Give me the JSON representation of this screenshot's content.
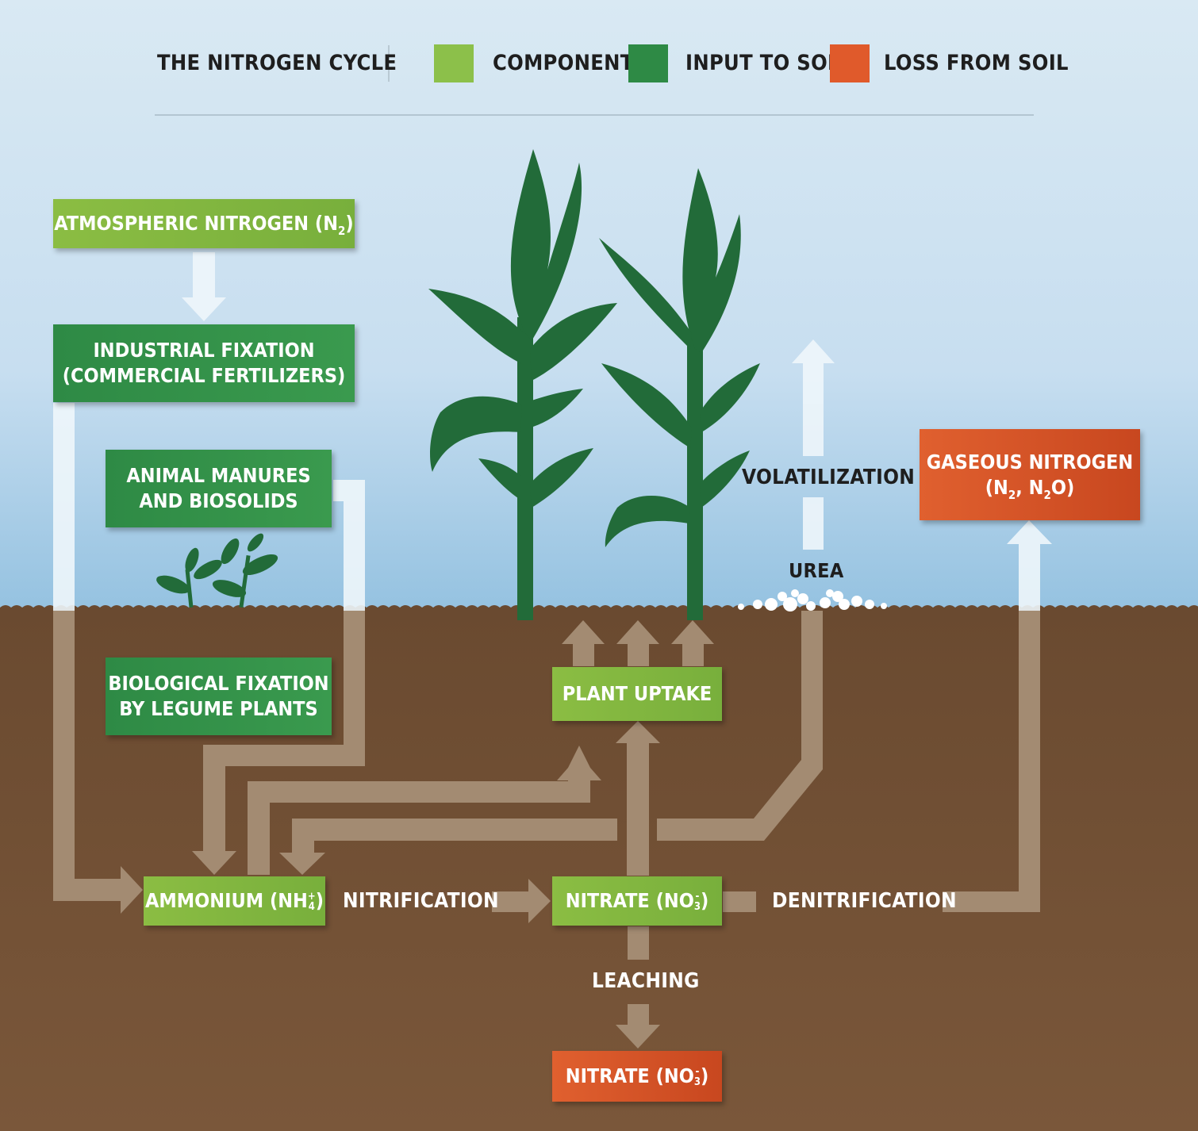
{
  "legend": {
    "title": "THE NITROGEN CYCLE",
    "items": [
      {
        "label": "COMPONENT",
        "color": "#8cc04a"
      },
      {
        "label": "INPUT TO SOIL",
        "color": "#2e8a45"
      },
      {
        "label": "LOSS FROM SOIL",
        "color": "#e05a2b"
      }
    ]
  },
  "colors": {
    "sky_top": "#d4e6f1",
    "sky_bottom": "#9cc6e2",
    "soil": "#6b4a2f",
    "arrow_soil": "#a08a73",
    "arrow_sky": "#eef6fb",
    "plant": "#226b39"
  },
  "nodes": {
    "atmospheric": {
      "text": "ATMOSPHERIC NITROGEN (N",
      "sub": "2",
      "tail": ")"
    },
    "industrial": {
      "line1": "INDUSTRIAL FIXATION",
      "line2": "(COMMERCIAL FERTILIZERS)"
    },
    "manures": {
      "line1": "ANIMAL MANURES",
      "line2": "AND BIOSOLIDS"
    },
    "biological": {
      "line1": "BIOLOGICAL FIXATION",
      "line2": "BY LEGUME PLANTS"
    },
    "plant_uptake": "PLANT UPTAKE",
    "ammonium": {
      "text": "AMMONIUM (NH",
      "sup": "+",
      "sub": "4",
      "tail": ")"
    },
    "nitrate": {
      "text": "NITRATE (NO",
      "sup": "-",
      "sub": "3",
      "tail": ")"
    },
    "nitrate_leached": {
      "text": "NITRATE (NO",
      "sup": "-",
      "sub": "3",
      "tail": ")"
    },
    "gaseous": {
      "line1": "GASEOUS NITROGEN",
      "line2a": "(N",
      "sub1": "2",
      "line2b": ", N",
      "sub2": "2",
      "line2c": "O)"
    }
  },
  "processes": {
    "volatilization": "VOLATILIZATION",
    "urea": "UREA",
    "nitrification": "NITRIFICATION",
    "denitrification": "DENITRIFICATION",
    "leaching": "LEACHING"
  }
}
